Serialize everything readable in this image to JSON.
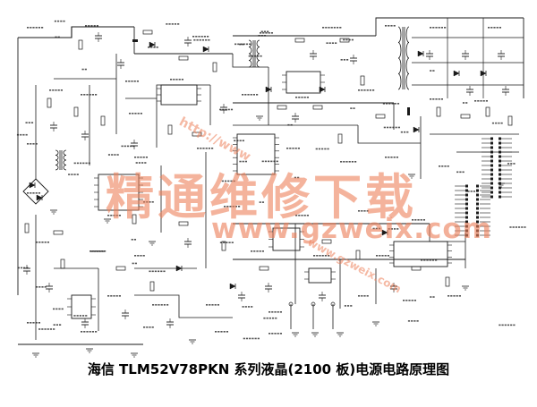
{
  "diagram": {
    "caption": "海信 TLM52V78PKN 系列液晶(2100 板)电源电路原理图",
    "watermark_large": "精通维修下载",
    "watermark_url": "www.gzweix.com",
    "watermark_small_1": "http://www",
    "watermark_small_2": "www.gzweix.com"
  },
  "colors": {
    "line": "#1a1a1a",
    "watermark": "#ec805a",
    "background": "#ffffff"
  }
}
